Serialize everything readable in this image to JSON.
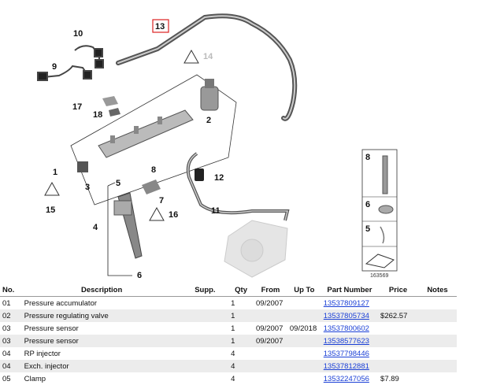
{
  "diagram": {
    "callouts": [
      "10",
      "13",
      "9",
      "14",
      "17",
      "18",
      "2",
      "1",
      "3",
      "8",
      "12",
      "5",
      "15",
      "7",
      "16",
      "11",
      "4",
      "6"
    ],
    "legend": {
      "labels": [
        "8",
        "6",
        "5"
      ],
      "id": "163569"
    }
  },
  "table": {
    "headers": [
      "No.",
      "Description",
      "Supp.",
      "Qty",
      "From",
      "Up To",
      "Part Number",
      "Price",
      "Notes"
    ],
    "rows": [
      {
        "no": "01",
        "desc": "Pressure accumulator",
        "supp": "",
        "qty": "1",
        "from": "09/2007",
        "upto": "",
        "part": "13537809127",
        "price": "",
        "notes": ""
      },
      {
        "no": "02",
        "desc": "Pressure regulating valve",
        "supp": "",
        "qty": "1",
        "from": "",
        "upto": "",
        "part": "13537805734",
        "price": "$262.57",
        "notes": ""
      },
      {
        "no": "03",
        "desc": "Pressure sensor",
        "supp": "",
        "qty": "1",
        "from": "09/2007",
        "upto": "09/2018",
        "part": "13537800602",
        "price": "",
        "notes": ""
      },
      {
        "no": "03",
        "desc": "Pressure sensor",
        "supp": "",
        "qty": "1",
        "from": "09/2007",
        "upto": "",
        "part": "13538577623",
        "price": "",
        "notes": ""
      },
      {
        "no": "04",
        "desc": "RP injector",
        "supp": "",
        "qty": "4",
        "from": "",
        "upto": "",
        "part": "13537798446",
        "price": "",
        "notes": ""
      },
      {
        "no": "04",
        "desc": "Exch. injector",
        "supp": "",
        "qty": "4",
        "from": "",
        "upto": "",
        "part": "13537812881",
        "price": "",
        "notes": ""
      },
      {
        "no": "05",
        "desc": "Clamp",
        "supp": "",
        "qty": "4",
        "from": "",
        "upto": "",
        "part": "13532247056",
        "price": "$7.89",
        "notes": ""
      }
    ]
  }
}
